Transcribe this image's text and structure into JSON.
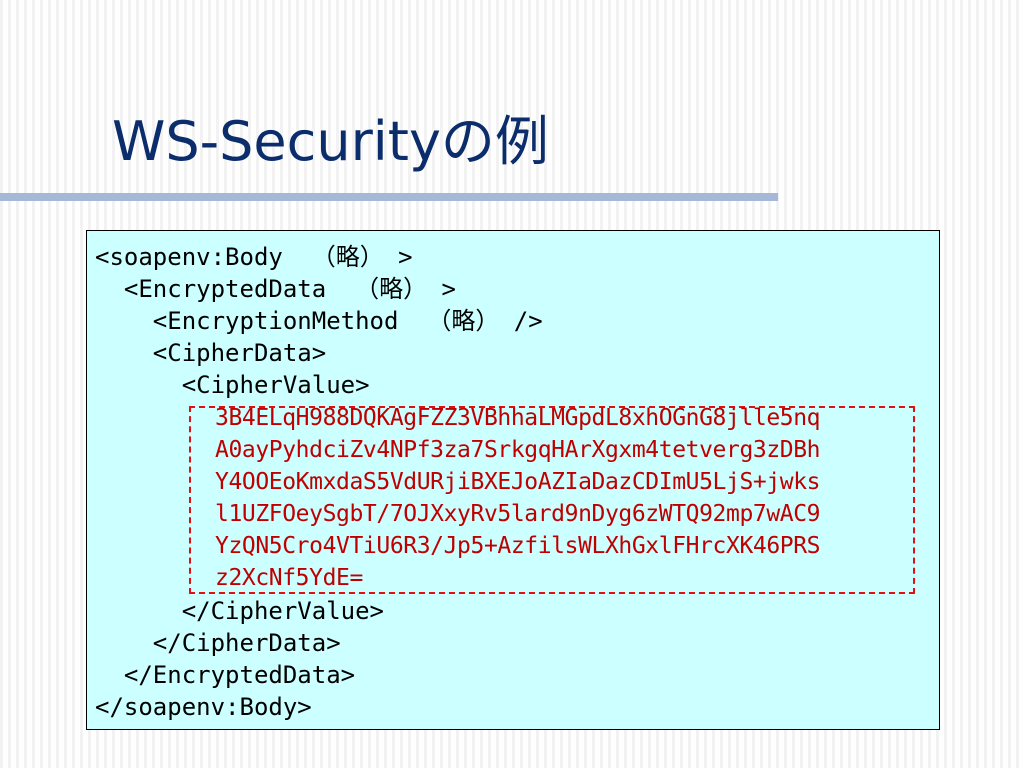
{
  "slide": {
    "title": "WS-Securityの例"
  },
  "code": {
    "lines": [
      "<soapenv:Body  （略） >",
      "  <EncryptedData  （略） >",
      "    <EncryptionMethod  （略） />",
      "    <CipherData>",
      "      <CipherValue>",
      "      </CipherValue>",
      "    </CipherData>",
      "  </EncryptedData>",
      "</soapenv:Body>"
    ],
    "cipher_value_lines": [
      "3B4ELqH988DQKAgFZZ3VBhhaLMGpdL8xhOGnG8jlle5nq",
      "A0ayPyhdciZv4NPf3za7SrkgqHArXgxm4tetverg3zDBh",
      "Y4OOEoKmxdaS5VdURjiBXEJoAZIaDazCDImU5LjS+jwks",
      "l1UZFOeySgbT/7OJXxyRv5lard9nDyg6zWTQ92mp7wAC9",
      "YzQN5Cro4VTiU6R3/Jp5+AzfilsWLXhGxlFHrcXK46PRS",
      "z2XcNf5YdE="
    ]
  },
  "colors": {
    "title": "#0c2d6b",
    "code_box_background": "#ccffff",
    "cipher_text": "#c00000",
    "highlight_frame": "#e01010",
    "title_rule": "#a6b8d8"
  }
}
